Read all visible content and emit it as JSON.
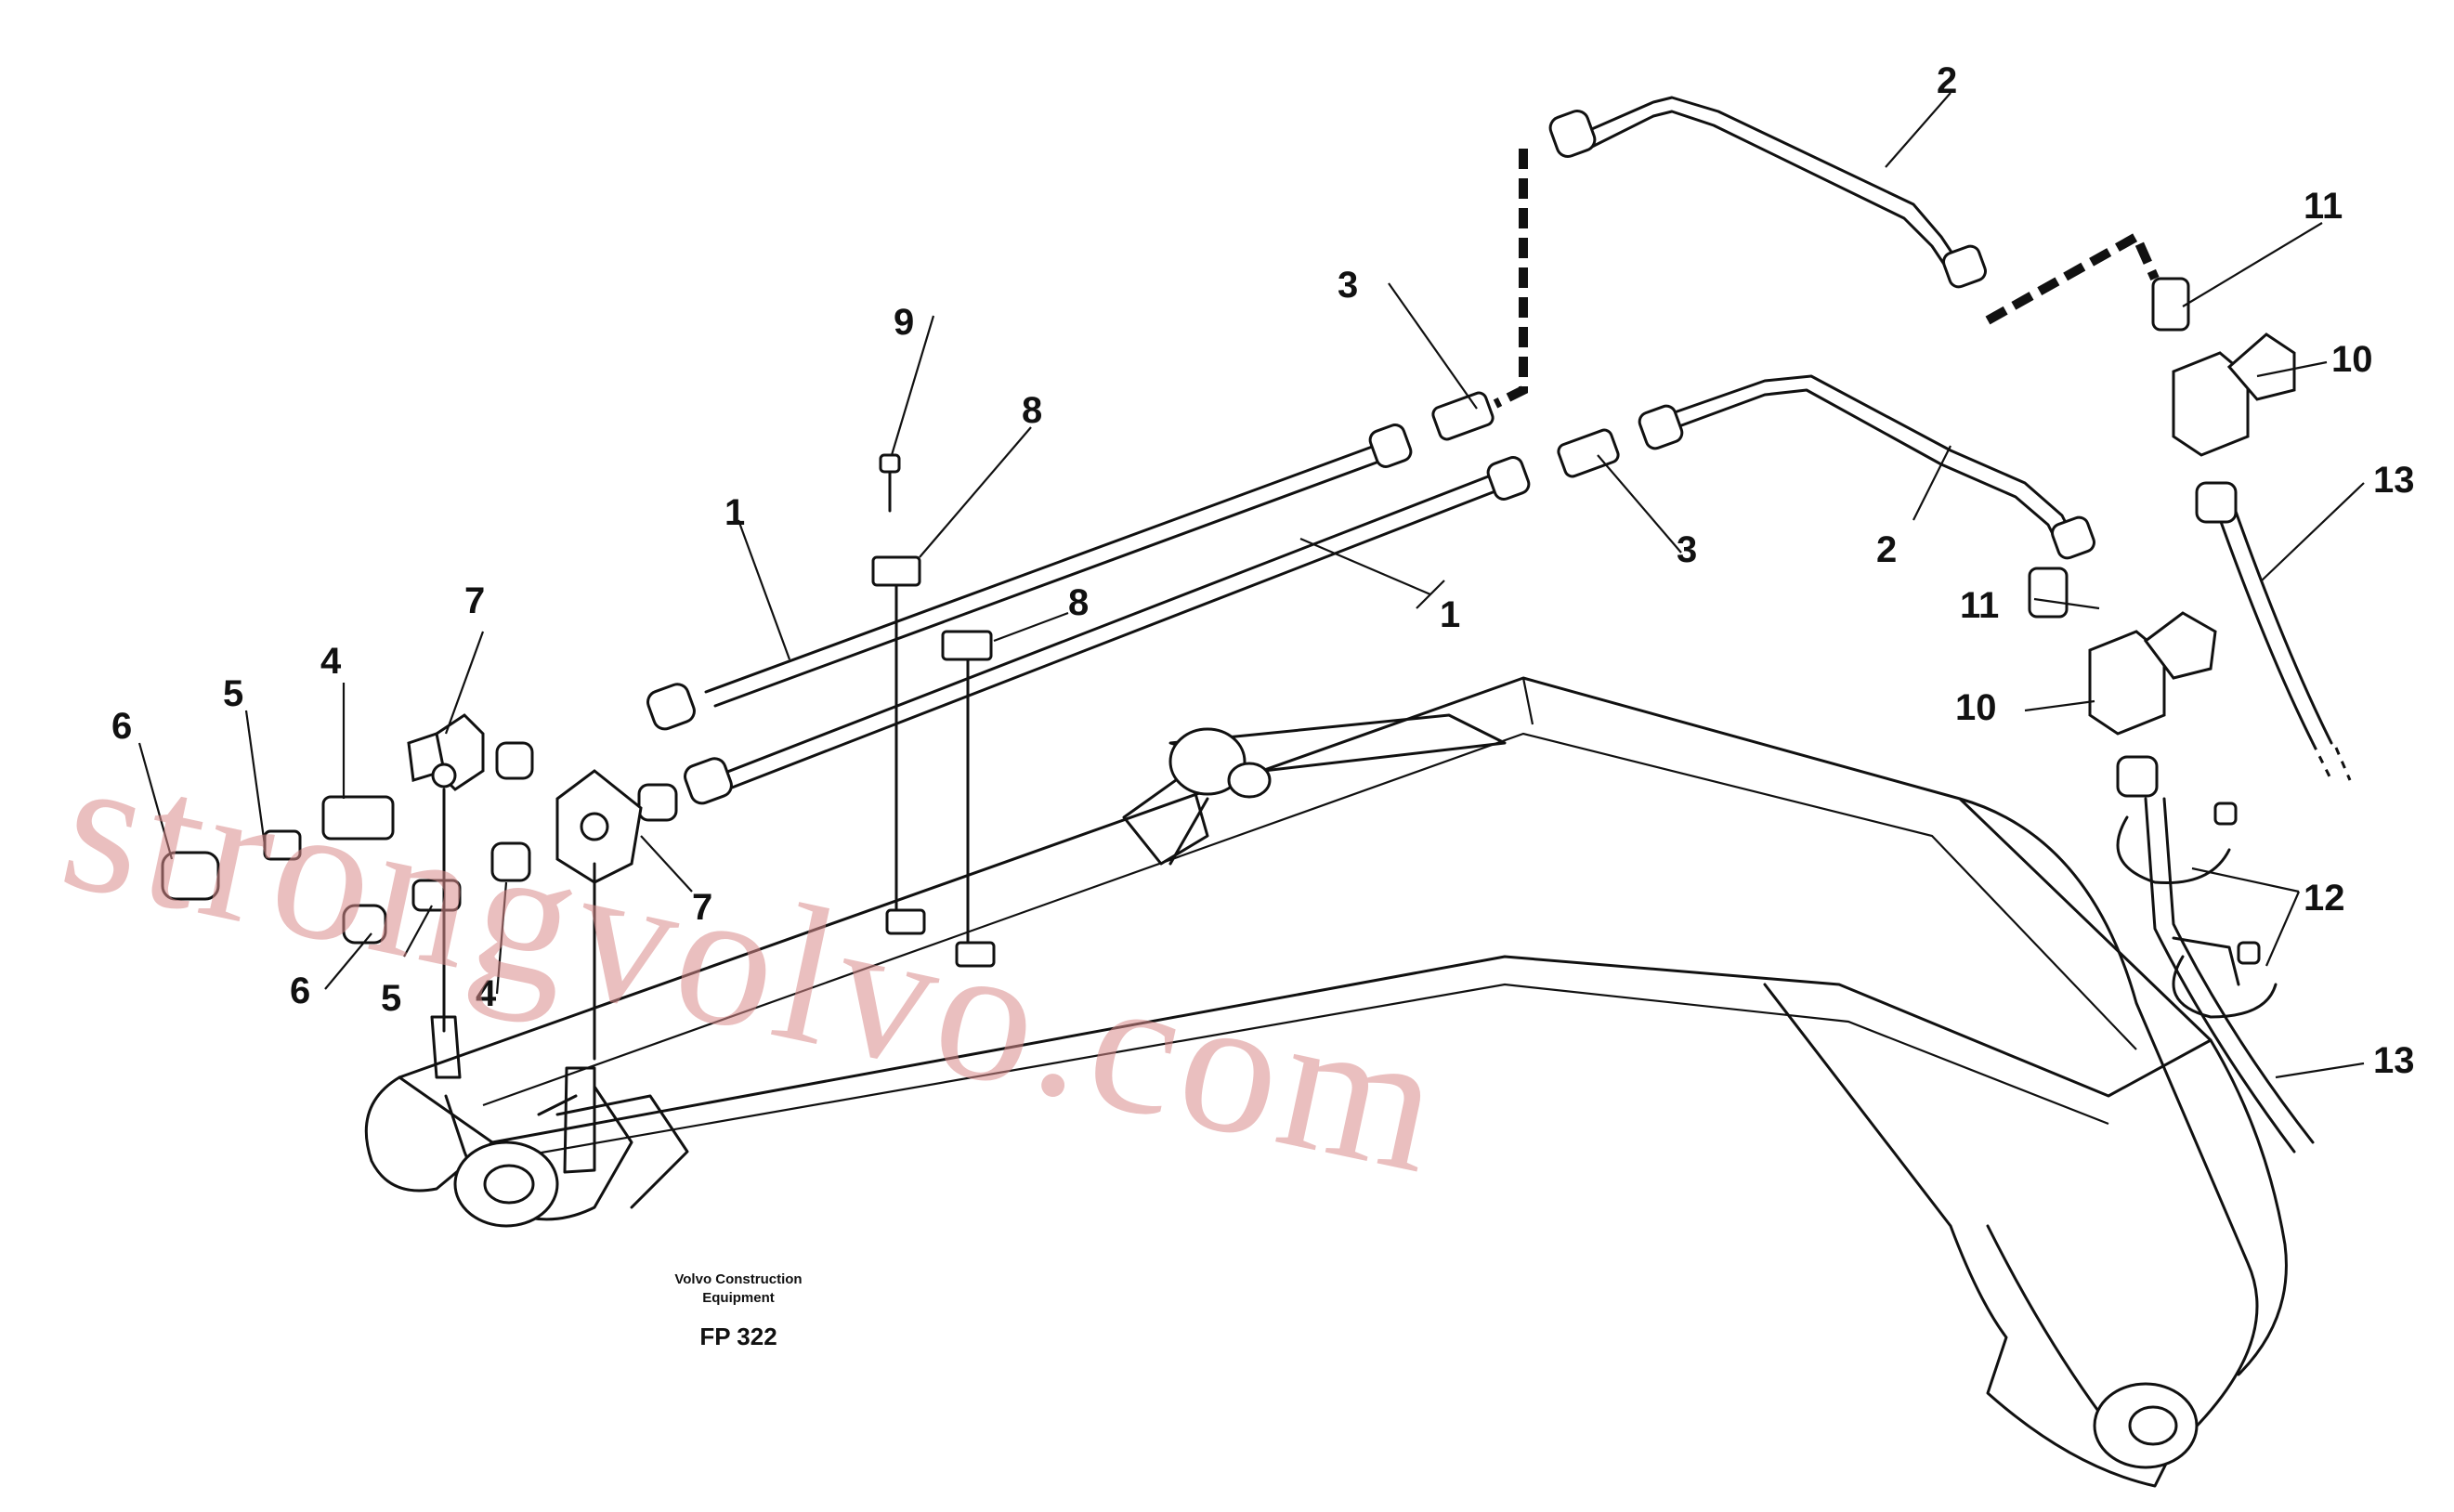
{
  "caption": {
    "line1": "Volvo Construction",
    "line2": "Equipment",
    "figure": "FP 322"
  },
  "watermark": "strongvolvo.com",
  "callouts": {
    "c1a": "1",
    "c1b": "1",
    "c2a": "2",
    "c2b": "2",
    "c3a": "3",
    "c3b": "3",
    "c4a": "4",
    "c4b": "4",
    "c5a": "5",
    "c5b": "5",
    "c6a": "6",
    "c6b": "6",
    "c7a": "7",
    "c7b": "7",
    "c8a": "8",
    "c8b": "8",
    "c9": "9",
    "c10a": "10",
    "c10b": "10",
    "c11a": "11",
    "c11b": "11",
    "c12": "12",
    "c13a": "13",
    "c13b": "13"
  },
  "colors": {
    "line": "#111111",
    "watermark": "#d98b8b"
  }
}
